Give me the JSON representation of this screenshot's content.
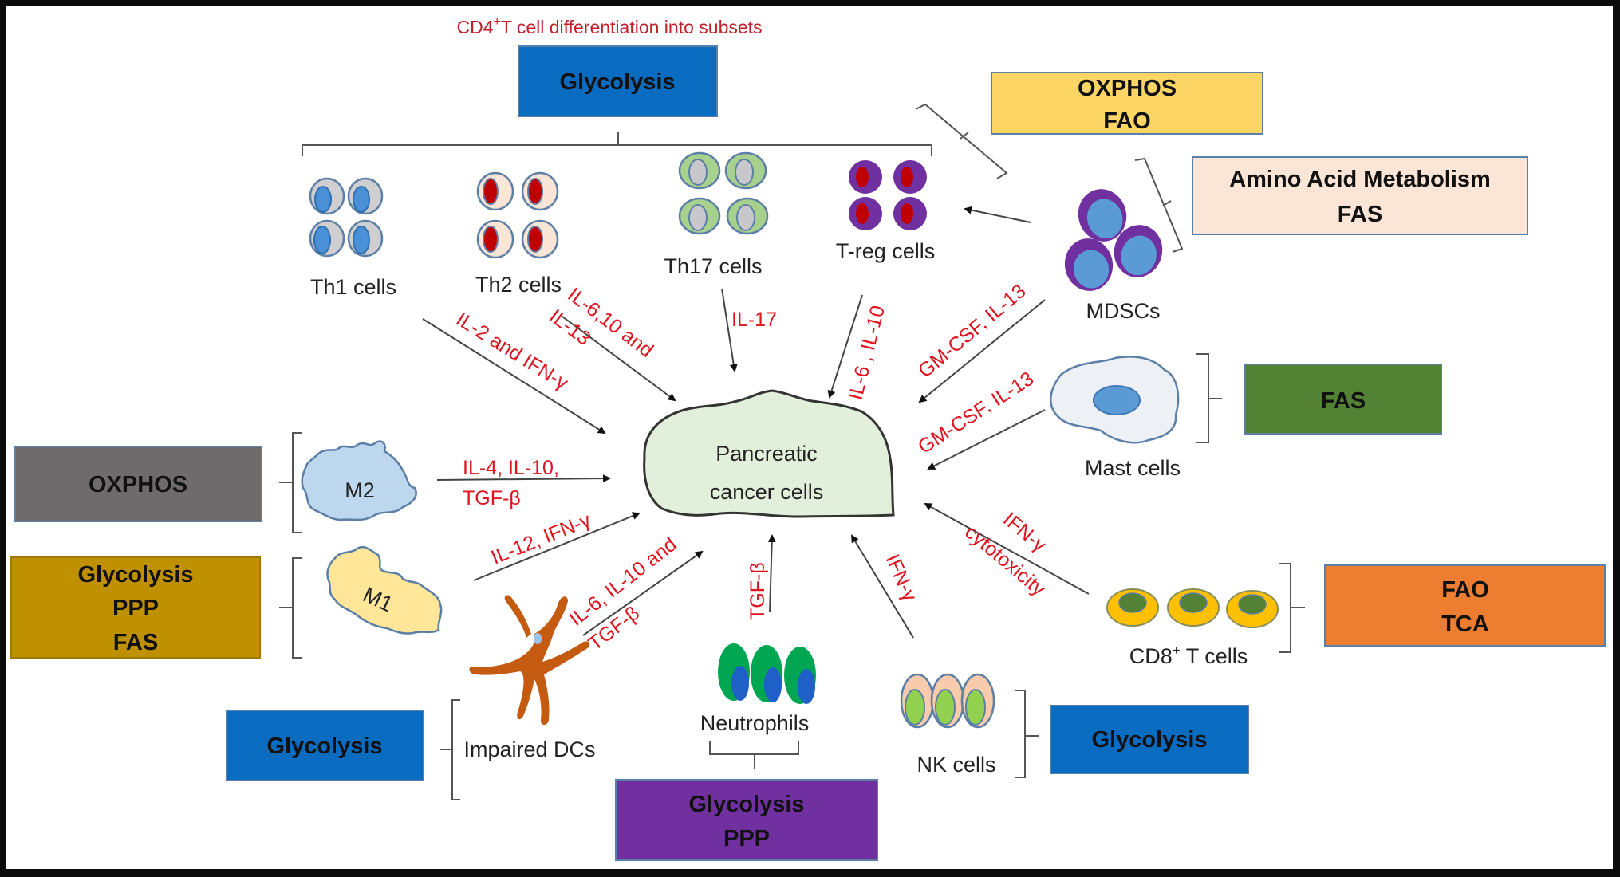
{
  "title": {
    "prefix": "CD4",
    "sup": "+",
    "rest": "T cell differentiation into subsets"
  },
  "center": {
    "line1": "Pancreatic",
    "line2": "cancer cells"
  },
  "colors": {
    "glycolysis_blue": "#0a6cc0",
    "oxfao_yellow": "#fdd564",
    "amino_pink": "#fbe5d6",
    "fas_green": "#548235",
    "oxphos_gray": "#6f6a6b",
    "m1_gold": "#bf9000",
    "fao_tca_orange": "#ed7d31",
    "purple": "#7030a0",
    "cytokine_red": "#e0141e",
    "cancer_fill": "#e2efda"
  },
  "boxes": {
    "cd4_glycolysis": {
      "lines": [
        "Glycolysis"
      ]
    },
    "mdsc_oxphos_fao": {
      "lines": [
        "OXPHOS",
        "FAO"
      ]
    },
    "mdsc_amino_fas": {
      "lines": [
        "Amino Acid Metabolism",
        "FAS"
      ]
    },
    "mast_fas": {
      "lines": [
        "FAS"
      ]
    },
    "m2_oxphos": {
      "lines": [
        "OXPHOS"
      ]
    },
    "m1_metab": {
      "lines": [
        "Glycolysis",
        "PPP",
        "FAS"
      ]
    },
    "cd8_metab": {
      "lines": [
        "FAO",
        "TCA"
      ]
    },
    "dc_glycolysis": {
      "lines": [
        "Glycolysis"
      ]
    },
    "neutrophil_metab": {
      "lines": [
        "Glycolysis",
        "PPP"
      ]
    },
    "nk_glycolysis": {
      "lines": [
        "Glycolysis"
      ]
    }
  },
  "cells": {
    "th1": "Th1 cells",
    "th2": "Th2 cells",
    "th17": "Th17 cells",
    "treg": "T-reg cells",
    "mdsc": "MDSCs",
    "mast": "Mast cells",
    "m2": "M2",
    "m1": "M1",
    "cd8": {
      "prefix": "CD8",
      "sup": "+",
      "rest": " T cells"
    },
    "dc": "Impaired DCs",
    "neutrophils": "Neutrophils",
    "nk": "NK cells"
  },
  "cytokines": {
    "th1": [
      "IL-2 and IFN-γ"
    ],
    "th2": [
      "IL-6,10 and",
      "IL-13"
    ],
    "th17": [
      "IL-17"
    ],
    "treg": [
      "IL-6 , IL-10"
    ],
    "mdsc": [
      "GM-CSF, IL-13"
    ],
    "mast": [
      "GM-CSF, IL-13"
    ],
    "m2": [
      "IL-4, IL-10,",
      "TGF-β"
    ],
    "m1": [
      "IL-12, IFN-γ"
    ],
    "dc": [
      "IL-6, IL-10 and",
      "TGF-β"
    ],
    "neutrophils": [
      "TGF-β"
    ],
    "nk": [
      "IFN-γ"
    ],
    "cd8": [
      "IFN-γ",
      "cytotoxicity"
    ]
  }
}
